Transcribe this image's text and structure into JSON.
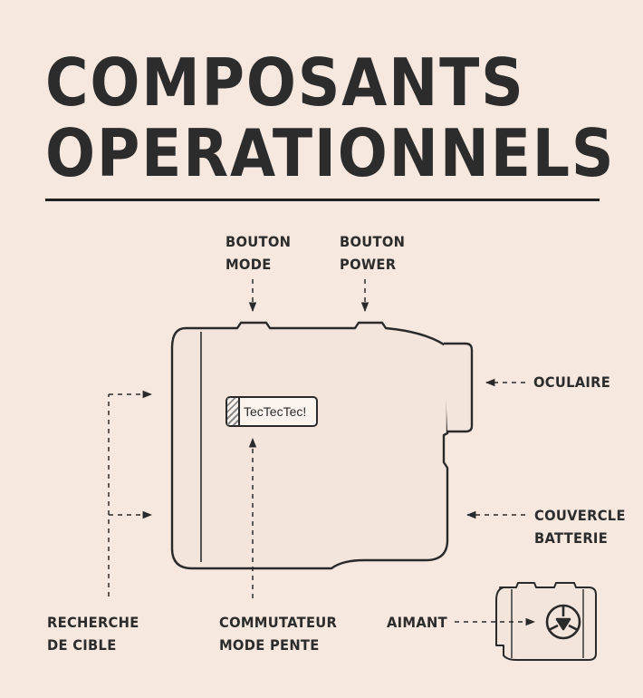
{
  "title": {
    "line1": "COMPOSANTS",
    "line2": "OPERATIONNELS"
  },
  "device": {
    "brand": "TecTecTec!"
  },
  "labels": {
    "bouton_mode": {
      "line1": "BOUTON",
      "line2": "MODE"
    },
    "bouton_power": {
      "line1": "BOUTON",
      "line2": "POWER"
    },
    "oculaire": {
      "line1": "OCULAIRE"
    },
    "couvercle": {
      "line1": "COUVERCLE",
      "line2": "BATTERIE"
    },
    "recherche": {
      "line1": "RECHERCHE",
      "line2": "DE CIBLE"
    },
    "commutateur": {
      "line1": "COMMUTATEUR",
      "line2": "MODE PENTE"
    },
    "aimant": {
      "line1": "AIMANT"
    }
  },
  "colors": {
    "background": "#f6e8df",
    "ink": "#2a2a2a"
  }
}
